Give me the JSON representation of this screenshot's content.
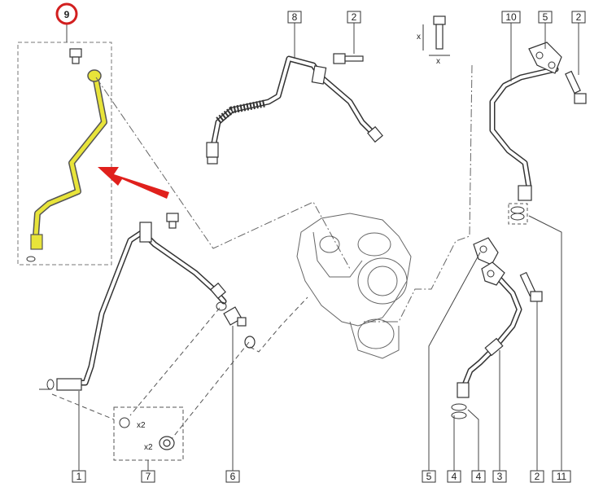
{
  "highlight": {
    "number": "9",
    "color": "#e8e43a",
    "ring_color": "#d21f1f"
  },
  "arrow_color": "#e0201c",
  "callouts": {
    "c8": "8",
    "c2a": "2",
    "c10": "10",
    "c5a": "5",
    "c2b": "2",
    "c1": "1",
    "c7": "7",
    "c6": "6",
    "c5b": "5",
    "c4a": "4",
    "c4b": "4",
    "c3": "3",
    "c2c": "2",
    "c11": "11"
  },
  "multipliers": {
    "washers": "x2",
    "seals": "x2"
  },
  "dimension": {
    "x1": "x",
    "x2": "x"
  }
}
